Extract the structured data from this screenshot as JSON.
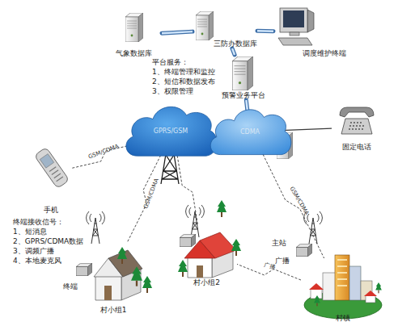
{
  "diagram": {
    "nodes": [
      {
        "text": [
          "气象数据库"
        ]
      },
      {
        "text": [
          "三防办数据库"
        ]
      },
      {
        "text": [
          "调度维护终端"
        ]
      },
      {
        "text": [
          "预警业务平台"
        ]
      },
      {
        "text": [
          "GPRS/GSM"
        ]
      },
      {
        "text": [
          "CDMA"
        ]
      },
      {
        "text": [
          "手机"
        ]
      },
      {
        "text": [
          "固定电话"
        ]
      },
      {
        "text": [
          "村小组1"
        ]
      },
      {
        "text": [
          "村小组2"
        ]
      },
      {
        "text": [
          "村镇"
        ]
      }
    ],
    "edges": [
      {
        "from": 0,
        "to": 1,
        "arrow": "none"
      },
      {
        "from": 1,
        "to": 2,
        "arrow": "none"
      },
      {
        "from": 1,
        "to": 3,
        "arrow": "none"
      },
      {
        "from": 3,
        "to": 5,
        "arrow": "none"
      },
      {
        "from": 7,
        "to": 5,
        "arrow": "none"
      },
      {
        "from": 4,
        "to": 6,
        "label": "GSM/CDMA",
        "arrow": "none"
      },
      {
        "from": 4,
        "to": 8,
        "label": "GSM/CDMA",
        "arrow": "none"
      },
      {
        "from": 4,
        "to": 9,
        "arrow": "none"
      },
      {
        "from": 5,
        "to": 10,
        "label": "GSM/CDMA",
        "arrow": "none"
      },
      {
        "from": 10,
        "to": 9,
        "label": "广播",
        "arrow": "none"
      }
    ],
    "labels": [
      "平台服务：",
      "1、终端管理和监控",
      "2、短信和数据发布",
      "3、权限管理",
      "终端接收信号：",
      "1、短消息",
      "2、GPRS/CDMA数据",
      "3、调频广播",
      "4、本地麦克风",
      "终端",
      "主站",
      "广播"
    ]
  }
}
